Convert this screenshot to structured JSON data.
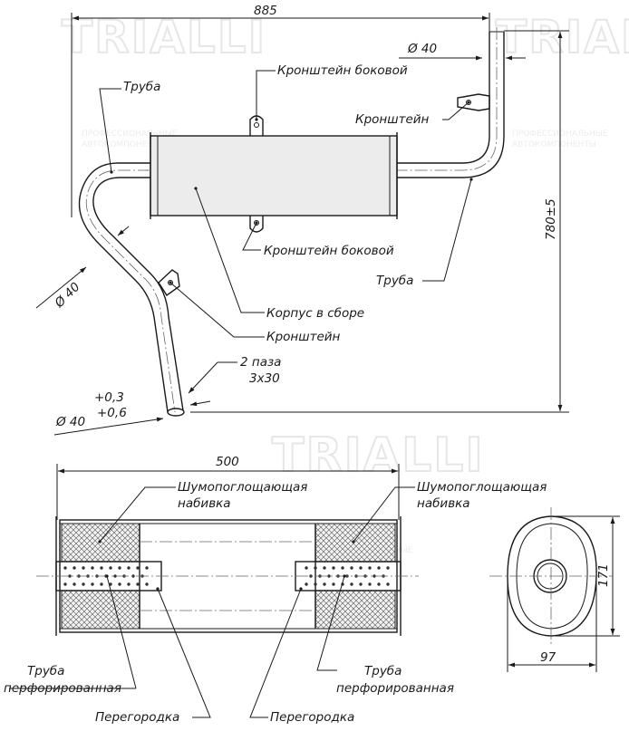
{
  "watermark": {
    "brand": "TRIALLI",
    "subtitle_line1": "ПРОФЕССИОНАЛЬНЫЕ",
    "subtitle_line2": "АВТОКОМПОНЕНТЫ"
  },
  "top_view": {
    "dimensions": {
      "length": "885",
      "height": "780±5",
      "pipe_outlet_diameter": "Ø 40",
      "pipe_inlet_diameter": "Ø 40",
      "inlet_tolerance_diameter": "Ø 40",
      "tolerance_upper": "+0,3",
      "tolerance_lower": "+0,6",
      "slots": "2 паза",
      "slot_size": "3x30"
    },
    "labels": {
      "side_bracket_top": "Кронштейн боковой",
      "side_bracket_bottom": "Кронштейн боковой",
      "bracket_right": "Кронштейн",
      "bracket_left": "Кронштейн",
      "pipe_left": "Труба",
      "pipe_right": "Труба",
      "housing": "Корпус в сборе"
    }
  },
  "section_view": {
    "dimensions": {
      "length": "500",
      "height": "171",
      "width": "97"
    },
    "labels": {
      "filling_left_line1": "Шумопоглощающая",
      "filling_left_line2": "набивка",
      "filling_right_line1": "Шумопоглощающая",
      "filling_right_line2": "набивка",
      "perforated_left_line1": "Труба",
      "perforated_left_line2": "перфорированная",
      "perforated_right_line1": "Труба",
      "perforated_right_line2": "перфорированная",
      "baffle_left": "Перегородка",
      "baffle_right": "Перегородка"
    }
  }
}
